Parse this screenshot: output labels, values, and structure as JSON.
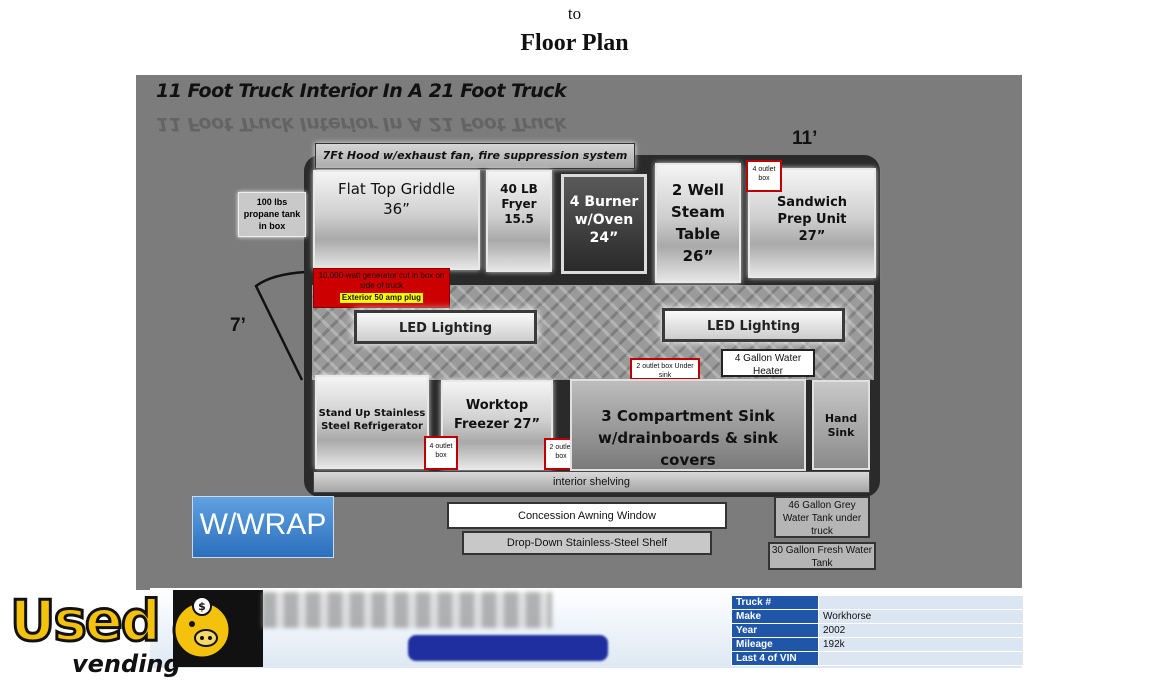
{
  "header": {
    "to_text": "to",
    "title": "Floor Plan"
  },
  "plan": {
    "title": "11 Foot Truck Interior In A 21 Foot Truck",
    "dim_width": "11’",
    "dim_height": "7’",
    "hood": "7Ft Hood w/exhaust fan, fire suppression  system",
    "propane": "100 lbs propane tank in box",
    "griddle": {
      "name": "Flat Top Griddle",
      "size": "36”"
    },
    "fryer": {
      "name": "40 LB Fryer",
      "size": "15.5"
    },
    "burner": {
      "name": "4 Burner w/Oven",
      "size": "24”"
    },
    "steam": {
      "name": "2 Well Steam Table",
      "size": "26”"
    },
    "sandwich": {
      "name": "Sandwich Prep Unit",
      "size": "27”"
    },
    "outlet_4_top": "4 outlet box",
    "generator": "10,000-watt generator cut in box on side of truck",
    "plug": "Exterior 50 amp plug",
    "led_left": "LED Lighting",
    "led_right": "LED Lighting",
    "heater": "4 Gallon Water Heater",
    "outlet_sink": "2 outlet box Under sink",
    "fridge": "Stand Up Stainless Steel Refrigerator",
    "freezer": {
      "name": "Worktop Freezer",
      "size": "27”"
    },
    "outlet_4_bottom": "4 outlet box",
    "outlet_2_bottom": "2 outlet box",
    "sink": {
      "name": "3 Compartment Sink",
      "detail": "w/drainboards & sink covers"
    },
    "hand_sink": "Hand Sink",
    "shelving": "interior shelving",
    "awning": "Concession Awning Window",
    "shelf": "Drop-Down Stainless-Steel Shelf",
    "grey_tank": "46 Gallon Grey Water Tank under truck",
    "fresh_tank": "30 Gallon Fresh Water Tank",
    "wrap": "W/WRAP"
  },
  "logo": {
    "used": "Used",
    "vending": "vending"
  },
  "info": {
    "rows": [
      {
        "k": "Truck #",
        "v": ""
      },
      {
        "k": "Make",
        "v": "Workhorse"
      },
      {
        "k": "Year",
        "v": "2002"
      },
      {
        "k": "Mileage",
        "v": "192k"
      },
      {
        "k": "Last 4 of VIN",
        "v": ""
      }
    ]
  },
  "colors": {
    "accent_blue": "#1f56a8",
    "outlet_red": "#c00000",
    "generator_red": "#cc0000",
    "logo_yellow": "#f4c20d"
  }
}
